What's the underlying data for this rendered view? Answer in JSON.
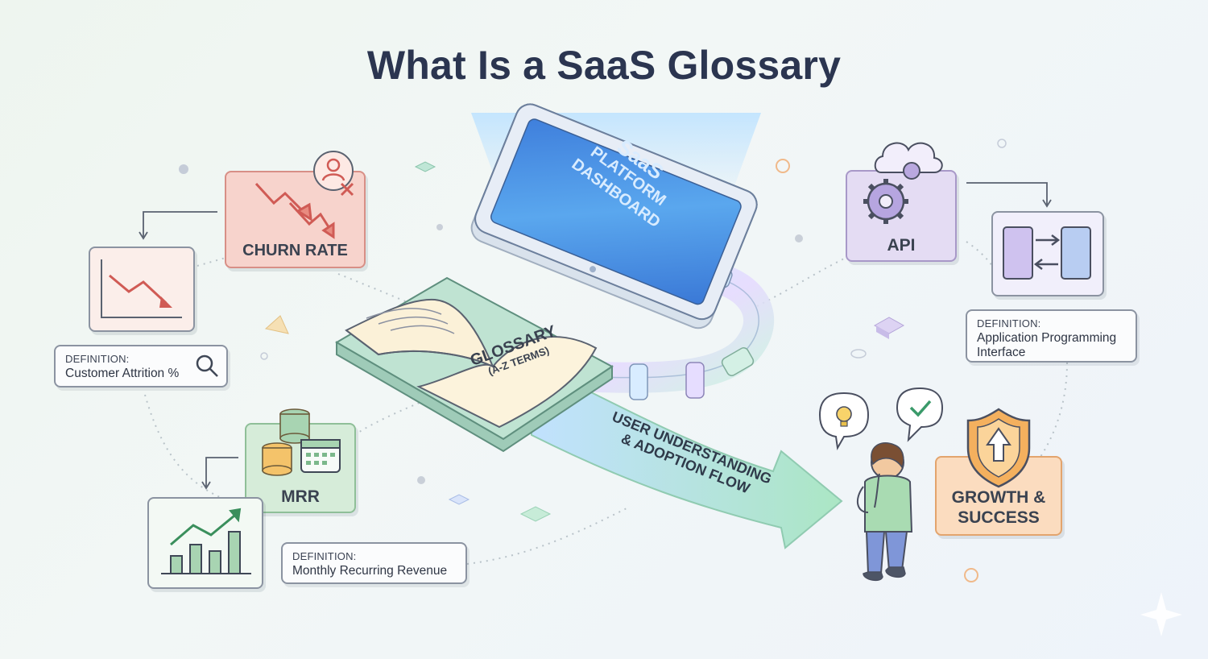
{
  "title": "What Is a SaaS Glossary",
  "dashboard": {
    "line1": "SaaS",
    "line2": "PLATFORM",
    "line3": "DASHBOARD"
  },
  "glossary_book": {
    "line1": "GLOSSARY",
    "line2": "(A-Z TERMS)"
  },
  "flow": {
    "line1": "USER UNDERSTANDING",
    "line2": "& ADOPTION FLOW"
  },
  "terms": {
    "churn": {
      "label": "CHURN RATE",
      "definition_heading": "DEFINITION:",
      "definition_text": "Customer Attrition %"
    },
    "mrr": {
      "label": "MRR",
      "definition_heading": "DEFINITION:",
      "definition_text": "Monthly Recurring Revenue"
    },
    "api": {
      "label": "API",
      "definition_heading": "DEFINITION:",
      "definition_line1": "Application Programming",
      "definition_line2": "Interface"
    }
  },
  "growth": {
    "line1": "GROWTH &",
    "line2": "SUCCESS"
  },
  "colors": {
    "title": "#2b3550",
    "churn_bg": "#f7d3cc",
    "churn_border": "#d88f86",
    "mrr_bg": "#d6ecd9",
    "mrr_border": "#8fbf98",
    "api_bg": "#e4dcf3",
    "api_border": "#a898c8",
    "growth_bg": "#fbdcbf",
    "growth_border": "#e3a46d",
    "tablet_screen": "#4a8fe0",
    "flow_arrow": "#a7e0c9"
  },
  "icons": [
    "cloud-gear-icon",
    "gear-icon",
    "user-remove-icon",
    "magnifier-icon",
    "coins-icon",
    "calendar-icon",
    "shield-up-icon",
    "lightbulb-icon",
    "check-bubble-icon",
    "data-transfer-icon"
  ]
}
